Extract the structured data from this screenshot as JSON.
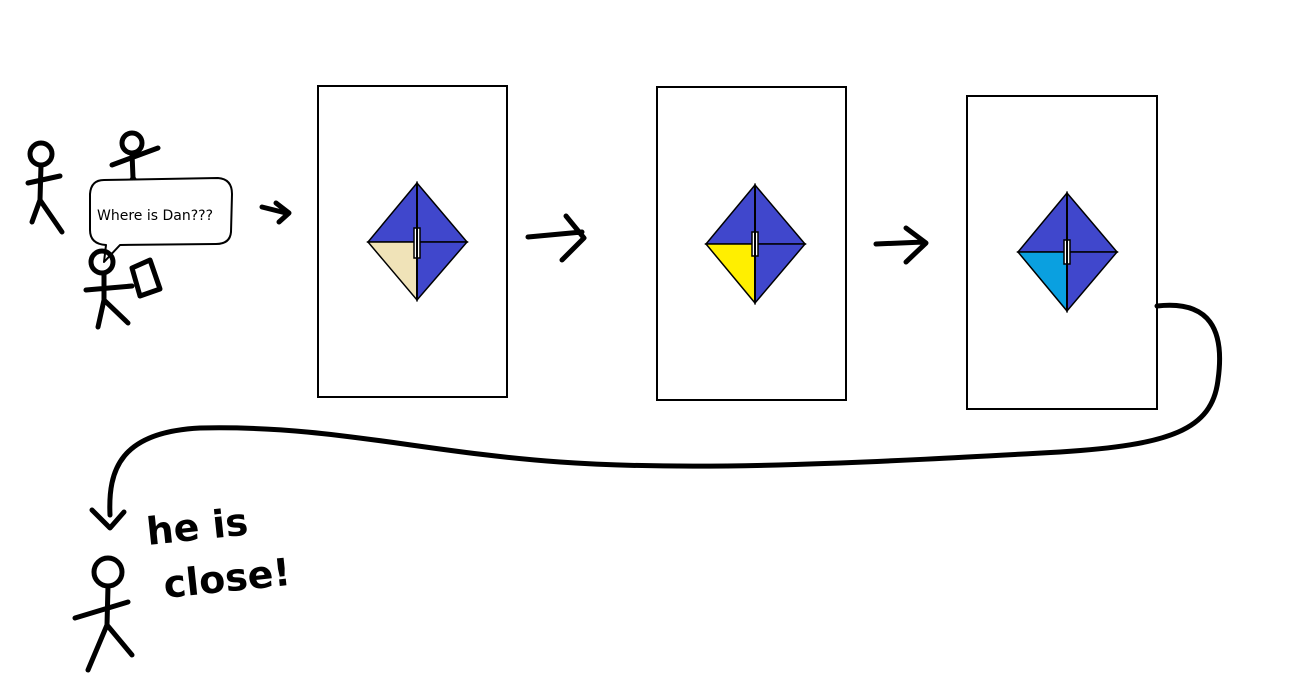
{
  "speech_bubble": {
    "text": "Where is Dan???"
  },
  "caption": {
    "line1": "he is",
    "line2": "close!"
  },
  "panels": [
    {
      "name": "panel-1",
      "highlight_color": "#f0e3b8"
    },
    {
      "name": "panel-2",
      "highlight_color": "#ffef00"
    },
    {
      "name": "panel-3",
      "highlight_color": "#0aa0e0"
    }
  ],
  "colors": {
    "diamond_fill": "#4047cc",
    "ink": "#000000",
    "background": "#ffffff"
  }
}
